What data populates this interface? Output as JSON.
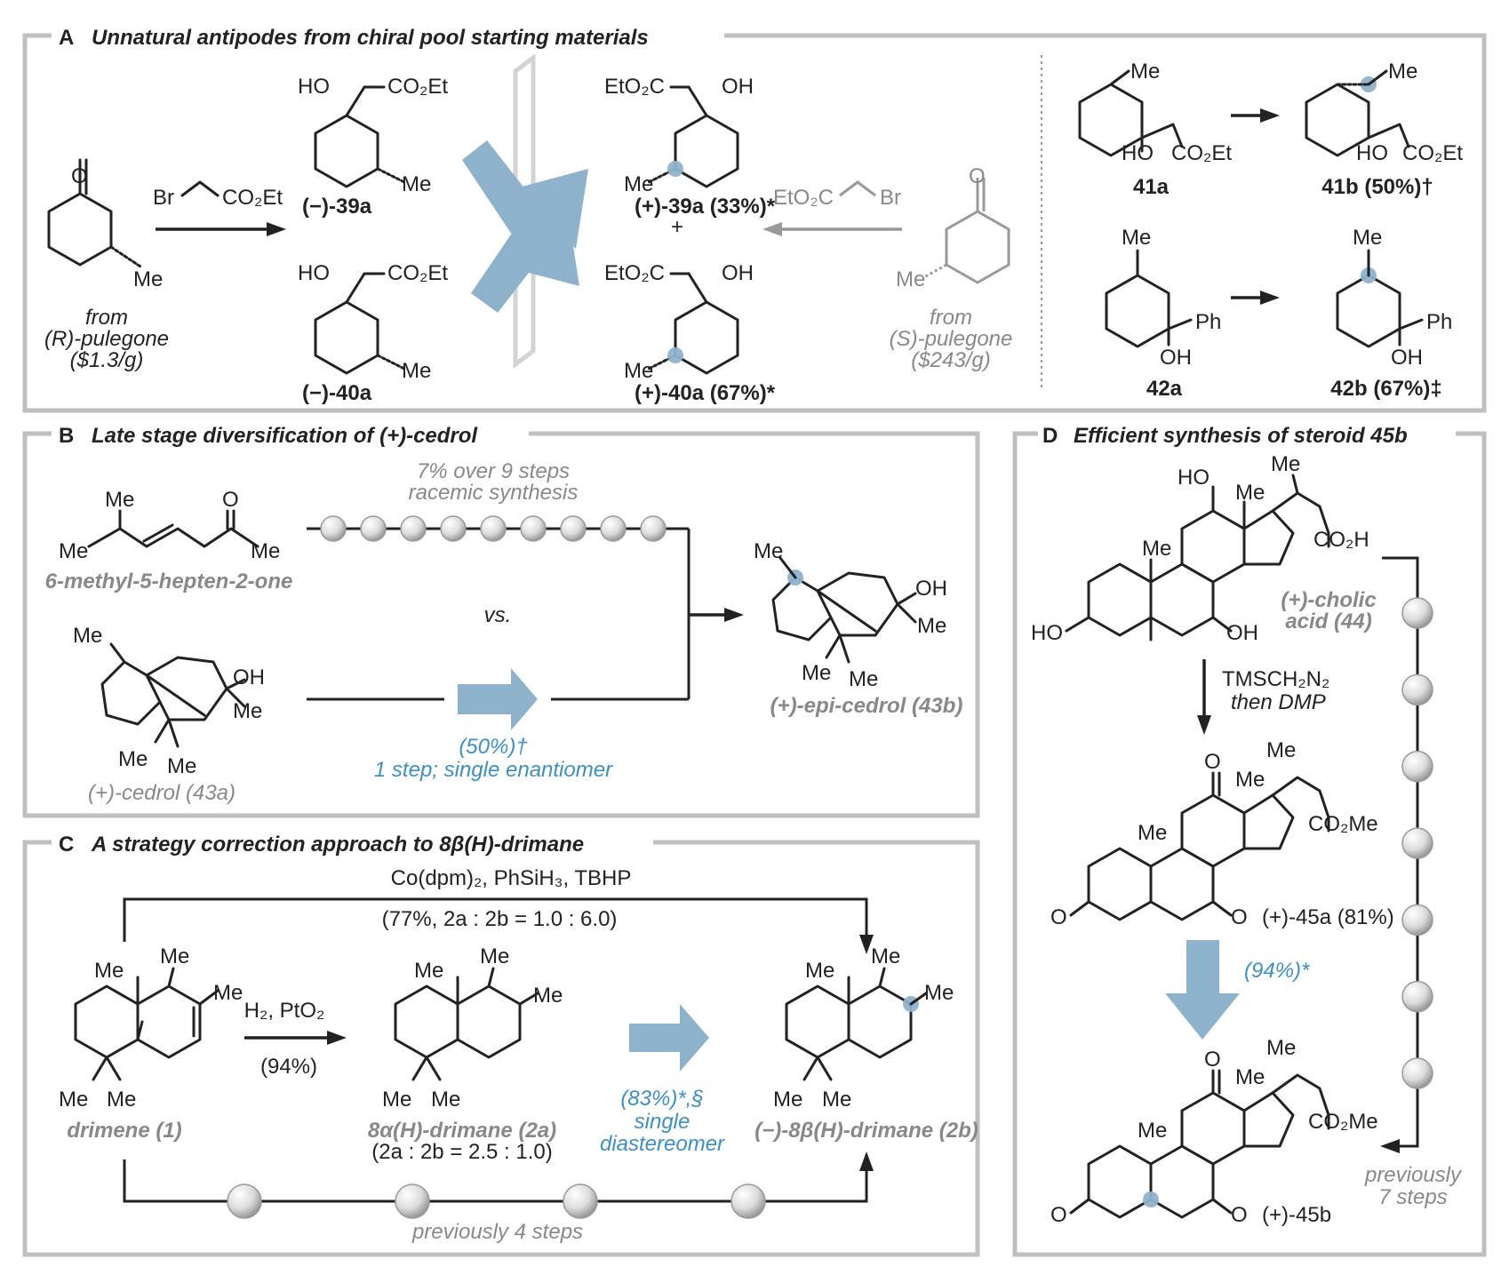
{
  "panels": {
    "A": {
      "letter": "A",
      "title": "Unnatural antipodes from chiral pool starting materials"
    },
    "B": {
      "letter": "B",
      "title": "Late stage diversification of (+)-cedrol"
    },
    "C": {
      "letter": "C",
      "title": "A strategy correction approach to 8β(H)-drimane"
    },
    "D": {
      "letter": "D",
      "title": "Efficient synthesis of steroid 45b"
    }
  },
  "panelA": {
    "sm_from": "from",
    "sm_source": "(R)-pulegone",
    "sm_price": "($1.3/g)",
    "reagent_left": "Br",
    "reagent_right": "CO₂Et",
    "cmpd_39a_minus": "(−)-39a",
    "cmpd_40a_minus": "(−)-40a",
    "cmpd_39a_plus": "(+)-39a (33%)*",
    "plus_sign": "+",
    "cmpd_40a_plus": "(+)-40a (67%)*",
    "reagent2_left": "EtO₂C",
    "reagent2_right": "Br",
    "sm2_from": "from",
    "sm2_source": "(S)-pulegone",
    "sm2_price": "($243/g)",
    "cmpd_41a": "41a",
    "cmpd_41b": "41b (50%)†",
    "cmpd_42a": "42a",
    "cmpd_42b": "42b (67%)‡",
    "atoms": {
      "O": "O",
      "HO": "HO",
      "OH": "OH",
      "Me": "Me",
      "CO2Et": "CO₂Et",
      "EtO2C": "EtO₂C",
      "Ph": "Ph"
    }
  },
  "panelB": {
    "racemic_yield": "7% over 9 steps",
    "racemic_label": "racemic synthesis",
    "sm_name": "6-methyl-5-hepten-2-one",
    "vs": "vs.",
    "cedrol_name": "(+)-cedrol (43a)",
    "step_yield": "(50%)†",
    "step_label": "1 step; single enantiomer",
    "product_name": "(+)-epi-cedrol (43b)",
    "racemic_step_count": 9
  },
  "panelC": {
    "top_reagents": "Co(dpm)₂, PhSiH₃, TBHP",
    "top_result": "(77%, 2a : 2b = 1.0 : 6.0)",
    "h2_reagent": "H₂, PtO₂",
    "h2_yield": "(94%)",
    "drimene": "drimene (1)",
    "alpha_drimane": "8α(H)-drimane (2a)",
    "alpha_ratio": "(2a : 2b = 2.5 : 1.0)",
    "step_yield": "(83%)*,§",
    "step_label1": "single",
    "step_label2": "diastereomer",
    "beta_drimane": "(−)-8β(H)-drimane (2b)",
    "previous": "previously 4 steps",
    "previous_step_count": 4
  },
  "panelD": {
    "cholic_acid1": "(+)-cholic",
    "cholic_acid2": "acid (44)",
    "reagent1": "TMSCH₂N₂",
    "reagent2": "then DMP",
    "cmpd_45a": "(+)-45a (81%)",
    "step_yield": "(94%)*",
    "cmpd_45b": "(+)-45b",
    "previous1": "previously",
    "previous2": "7 steps",
    "previous_step_count": 7
  },
  "colors": {
    "title_purple": "#5a2d91",
    "accent_blue": "#3d8fc4",
    "arrow_blue": "#8fb2cc",
    "frame_grey": "#bfbfbf",
    "text_grey": "#888888"
  }
}
